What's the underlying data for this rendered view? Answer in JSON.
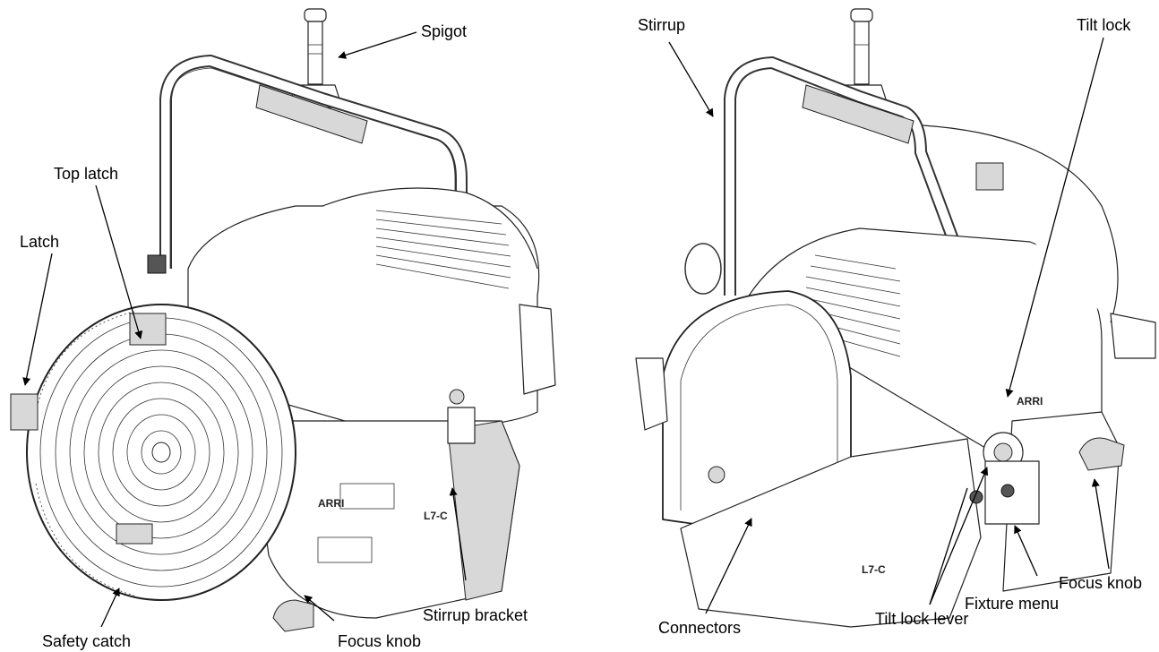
{
  "labels": {
    "spigot": "Spigot",
    "top_latch": "Top latch",
    "latch": "Latch",
    "safety_catch": "Safety catch",
    "focus_knob_left": "Focus knob",
    "stirrup_bracket": "Stirrup bracket",
    "stirrup": "Stirrup",
    "tilt_lock": "Tilt lock",
    "connectors": "Connectors",
    "tilt_lock_lever": "Tilt lock lever",
    "fixture_menu": "Fixture menu",
    "focus_knob_right": "Focus knob"
  },
  "logo_text": {
    "brand": "ARRI",
    "model": "L7-C"
  }
}
